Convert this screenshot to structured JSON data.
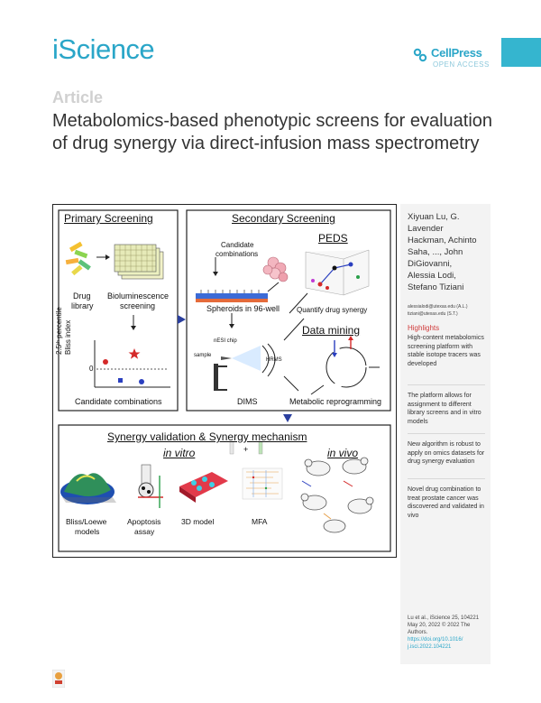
{
  "header": {
    "journal": "iScience",
    "publisher": "CellPress",
    "open_access": "OPEN ACCESS"
  },
  "article": {
    "label": "Article",
    "title": "Metabolomics-based phenotypic screens for evaluation of drug synergy via direct-infusion mass spectrometry"
  },
  "graphical_abstract": {
    "primary": {
      "title": "Primary Screening",
      "drug_library": [
        "Drug",
        "library"
      ],
      "bioluminescence": [
        "Bioluminescence",
        "screening"
      ],
      "yaxis": [
        "2.5ᵗʰ percentile",
        "Bliss index"
      ],
      "zero": "0",
      "xaxis": "Candidate combinations"
    },
    "secondary": {
      "title": "Secondary Screening",
      "candidates": [
        "Candidate",
        "combinations"
      ],
      "peds": "PEDS",
      "quantify": "Quantify drug synergy",
      "spheroids": "Spheroids in 96-well",
      "data_mining": "Data mining",
      "nesi": "nESI chip",
      "sample": "sample",
      "hrms": "HRMS",
      "dims": "DIMS",
      "reprogramming": "Metabolic reprogramming"
    },
    "validation": {
      "title": "Synergy validation & Synergy mechanism",
      "in_vitro": "in vitro",
      "in_vivo": "in vivo",
      "plus": "+",
      "bliss": [
        "Bliss/Loewe",
        "models"
      ],
      "apoptosis": [
        "Apoptosis",
        "assay"
      ],
      "model3d": "3D model",
      "mfa": "MFA"
    }
  },
  "sidebar": {
    "authors": [
      "Xiyuan Lu, G.",
      "Lavender",
      "Hackman, Achinto",
      "Saha, ..., John",
      "DiGiovanni,",
      "Alessia Lodi,",
      "Stefano Tiziani"
    ],
    "emails": [
      "alessialodi@utexas.edu (A.L.)",
      "tiziani@utexas.edu (S.T.)"
    ],
    "highlights_title": "Highlights",
    "highlights": [
      "High-content metabolomics screening platform with stable isotope tracers was developed",
      "The platform allows for assignment to different library screens and in vitro models",
      "New algorithm is robust to apply on omics datasets for drug synergy evaluation",
      "Novel drug combination to treat prostate cancer was discovered and validated in vivo"
    ],
    "citation": [
      "Lu et al., iScience 25, 104221",
      "May 20, 2022 © 2022 The",
      "Authors."
    ],
    "doi": [
      "https://doi.org/10.1016/",
      "j.isci.2022.104221"
    ]
  },
  "colors": {
    "brand": "#2aa6c8",
    "highlight_red": "#d03a3a",
    "arrow_blue": "#2a3f9e"
  },
  "icons": [
    "cellpress-logo",
    "elsevier-logo",
    "down-arrow-icon",
    "right-arrow-icon"
  ]
}
